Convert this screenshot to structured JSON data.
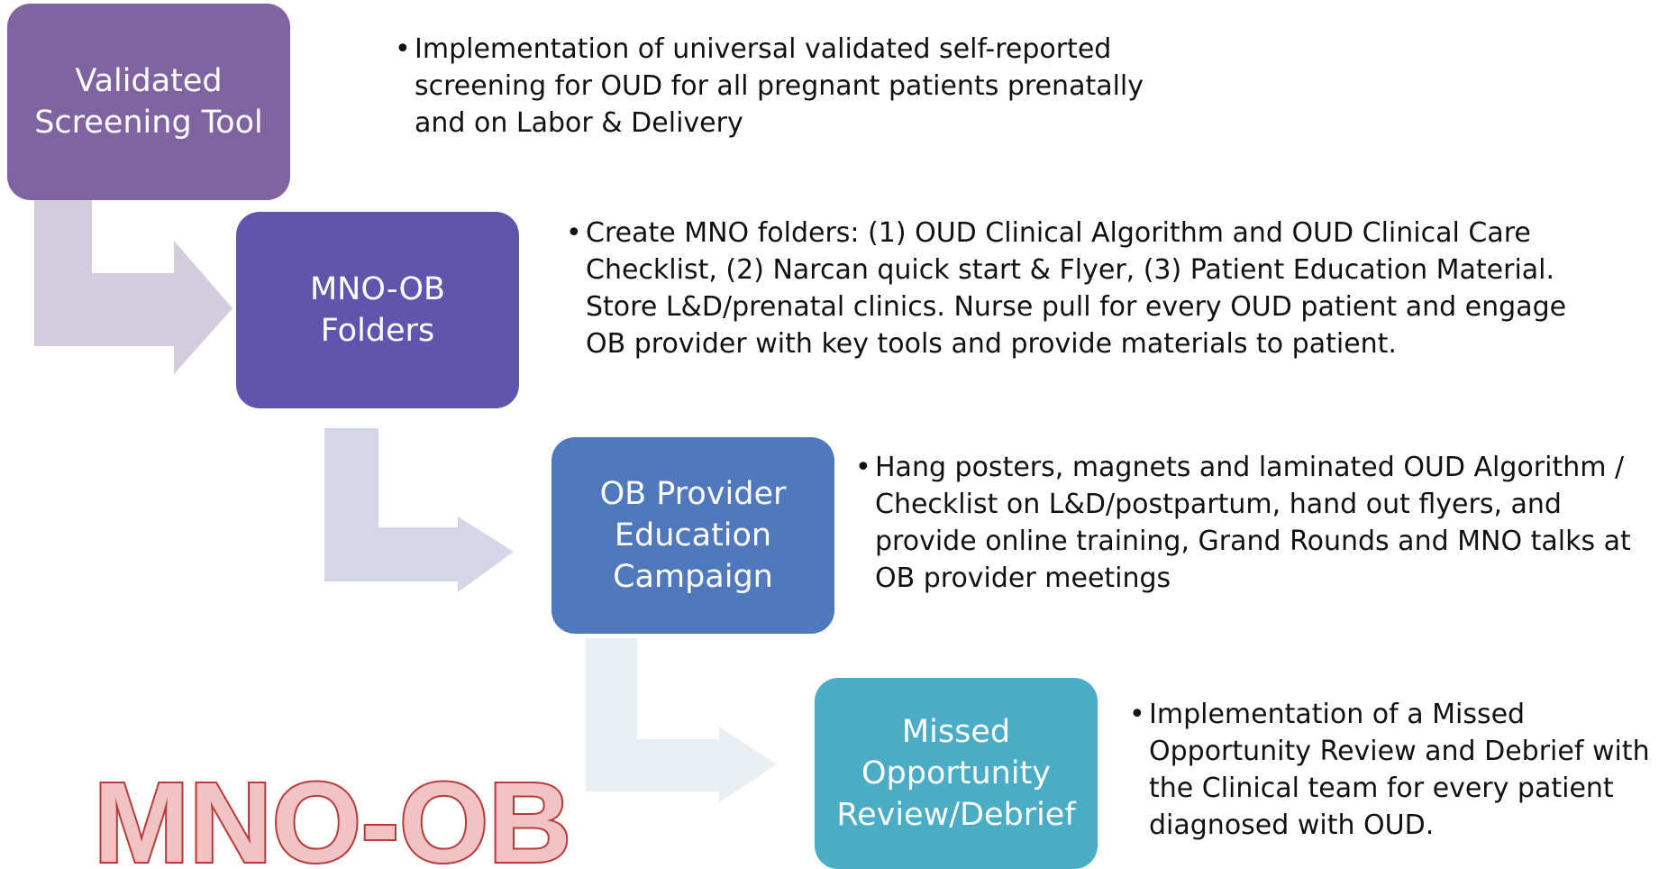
{
  "steps": [
    {
      "label": "Validated\nScreening Tool",
      "color": "#8064a2",
      "description": "Implementation of universal validated self-reported screening for OUD for all pregnant patients prenatally and on Labor & Delivery"
    },
    {
      "label": "MNO-OB\nFolders",
      "color": "#6055ad",
      "description": "Create MNO folders:  (1) OUD Clinical Algorithm and OUD Clinical Care Checklist, (2) Narcan quick start & Flyer, (3) Patient Education Material. Store L&D/prenatal clinics. Nurse pull for every OUD patient and engage OB provider with key tools and provide materials to patient."
    },
    {
      "label": "OB Provider\nEducation\nCampaign",
      "color": "#4f79bc",
      "description": "Hang posters, magnets and laminated OUD Algorithm / Checklist on L&D/postpartum, hand out flyers, and provide online training, Grand Rounds and MNO talks at OB provider meetings"
    },
    {
      "label": "Missed\nOpportunity\nReview/Debrief",
      "color": "#4aacc5",
      "description": "Implementation of a Missed Opportunity Review and Debrief with the Clinical team for every patient diagnosed with OUD."
    }
  ],
  "arrow_colors": [
    "#d2ccdd",
    "#d4d6e8",
    "#e9eff3"
  ],
  "bullet": "•",
  "logo": {
    "text": "MNO-OB",
    "fill": "#f2c3c3",
    "stroke": "#b83a3a"
  }
}
